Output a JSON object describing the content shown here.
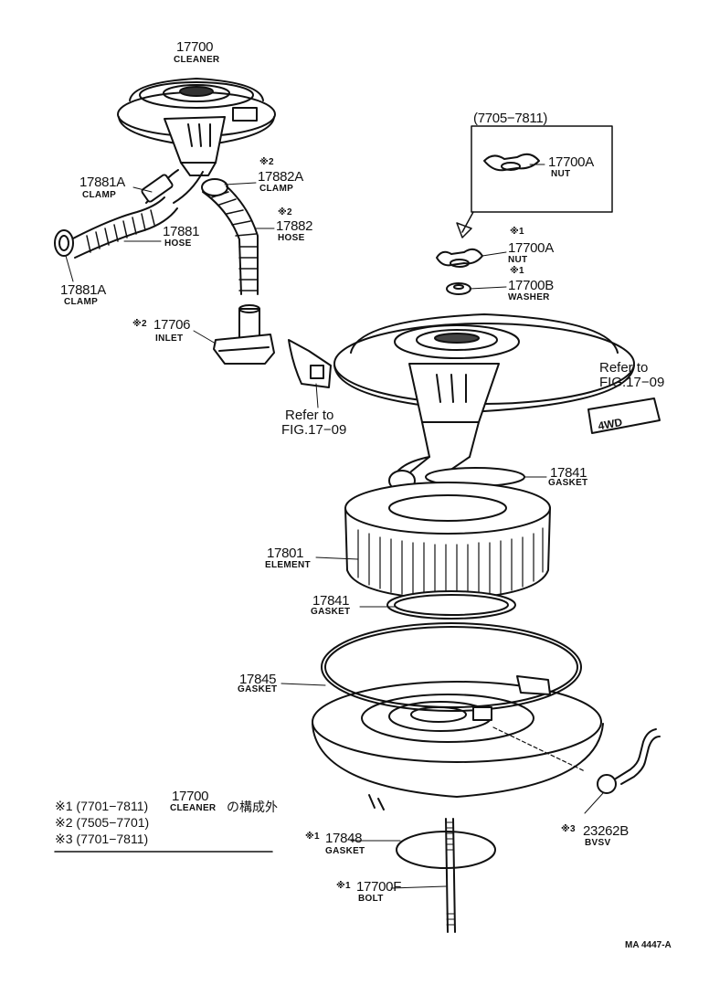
{
  "parts": {
    "p17700": {
      "number": "17700",
      "name": "CLEANER"
    },
    "p17881A_top": {
      "number": "17881A",
      "name": "CLAMP"
    },
    "p17882A": {
      "mark": "※2",
      "number": "17882A",
      "name": "CLAMP"
    },
    "p17881": {
      "number": "17881",
      "name": "HOSE"
    },
    "p17882": {
      "mark": "※2",
      "number": "17882",
      "name": "HOSE"
    },
    "p17881A_bot": {
      "number": "17881A",
      "name": "CLAMP"
    },
    "p17706": {
      "mark": "※2",
      "number": "17706",
      "name": "INLET"
    },
    "p17700A_box": {
      "number": "17700A",
      "name": "NUT"
    },
    "p17700A": {
      "mark": "※1",
      "number": "17700A",
      "name": "NUT"
    },
    "p17700B": {
      "mark": "※1",
      "number": "17700B",
      "name": "WASHER"
    },
    "p17841_top": {
      "number": "17841",
      "name": "GASKET"
    },
    "p17801": {
      "number": "17801",
      "name": "ELEMENT"
    },
    "p17841_bot": {
      "number": "17841",
      "name": "GASKET"
    },
    "p17845": {
      "number": "17845",
      "name": "GASKET"
    },
    "p17848": {
      "mark": "※1",
      "number": "17848",
      "name": "GASKET"
    },
    "p17700F": {
      "mark": "※1",
      "number": "17700F",
      "name": "BOLT"
    },
    "p23262B": {
      "mark": "※3",
      "number": "23262B",
      "name": "BVSV"
    }
  },
  "box_range": "(7705−7811)",
  "refs": {
    "left": {
      "line1": "Refer to",
      "line2": "FIG.17−09"
    },
    "right": {
      "line1": "Refer to",
      "line2": "FIG.17−09"
    }
  },
  "plate_text": "4WD",
  "notes": {
    "n1": "※1 (7701−7811)",
    "n1_num": "17700",
    "n1_name": "CLEANER",
    "n1_suffix": "の構成外",
    "n2": "※2 (7505−7701)",
    "n3": "※3 (7701−7811)"
  },
  "code": "MA 4447-A"
}
